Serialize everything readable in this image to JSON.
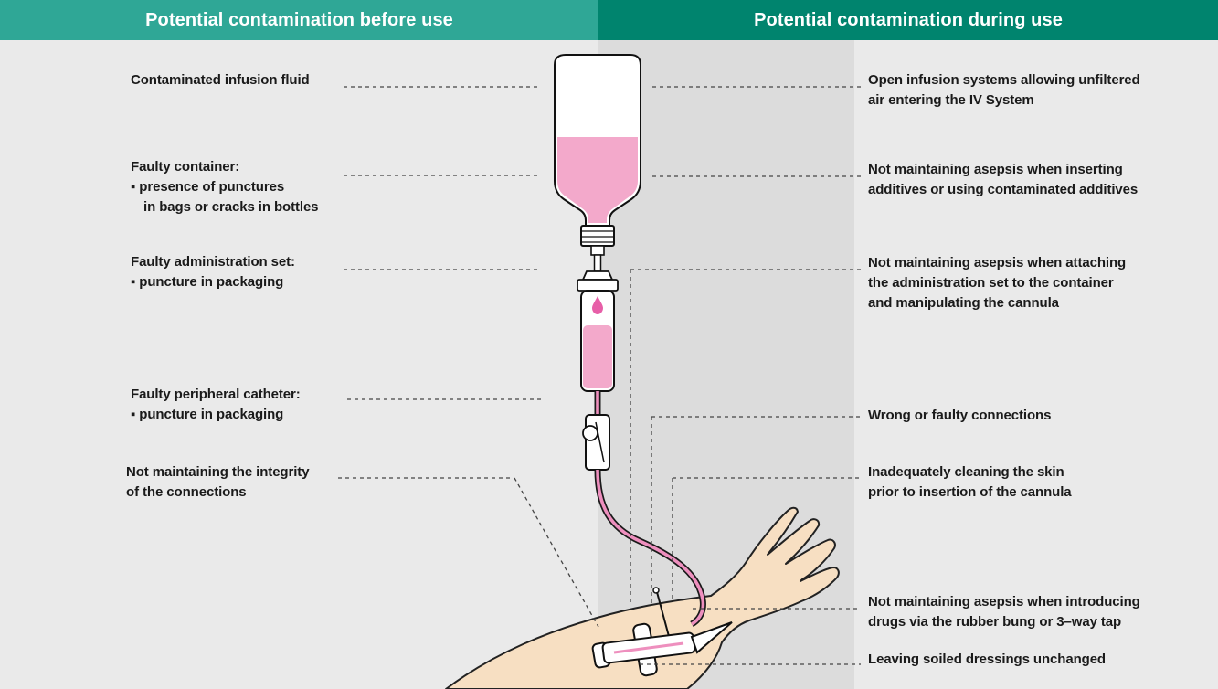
{
  "colors": {
    "header_left_bg": "#2FA796",
    "header_right_bg": "#00846E",
    "bg_left": "#EAEAEA",
    "bg_band": "#DCDCDC",
    "fluid_pink": "#F3A9CB",
    "tube_pink": "#EE8FBE",
    "drop_pink": "#E75FA8",
    "skin": "#F7DFC2",
    "leader_line": "#444444",
    "text": "#1A1A1A"
  },
  "header": {
    "left_title": "Potential contamination before use",
    "right_title": "Potential contamination during use"
  },
  "left_items": [
    {
      "lines": [
        "Contaminated infusion fluid"
      ]
    },
    {
      "lines": [
        "Faulty container:",
        "▪ presence of punctures",
        "in bags or cracks in bottles"
      ]
    },
    {
      "lines": [
        "Faulty administration set:",
        "▪ puncture in packaging"
      ]
    },
    {
      "lines": [
        "Faulty peripheral catheter:",
        "▪ puncture in packaging"
      ]
    },
    {
      "lines": [
        "Not maintaining the integrity",
        "of the connections"
      ]
    }
  ],
  "right_items": [
    {
      "lines": [
        "Open infusion systems allowing unfiltered",
        "air entering the IV System"
      ]
    },
    {
      "lines": [
        "Not maintaining asepsis when inserting",
        "additives or using contaminated additives"
      ]
    },
    {
      "lines": [
        "Not maintaining asepsis when attaching",
        "the administration set to the container",
        "and manipulating the cannula"
      ]
    },
    {
      "lines": [
        "Wrong or faulty connections"
      ]
    },
    {
      "lines": [
        "Inadequately cleaning the skin",
        "prior to insertion of the cannula"
      ]
    },
    {
      "lines": [
        "Not maintaining asepsis when introducing",
        "drugs via the rubber bung or 3–way tap"
      ]
    },
    {
      "lines": [
        "Leaving soiled dressings unchanged"
      ]
    }
  ],
  "illustration": {
    "elements": [
      "iv-fluid-bottle",
      "bottle-cap",
      "drip-chamber",
      "fluid-drop",
      "roller-clamp",
      "iv-tubing",
      "patient-arm-hand",
      "peripheral-cannula-three-way-tap"
    ]
  }
}
